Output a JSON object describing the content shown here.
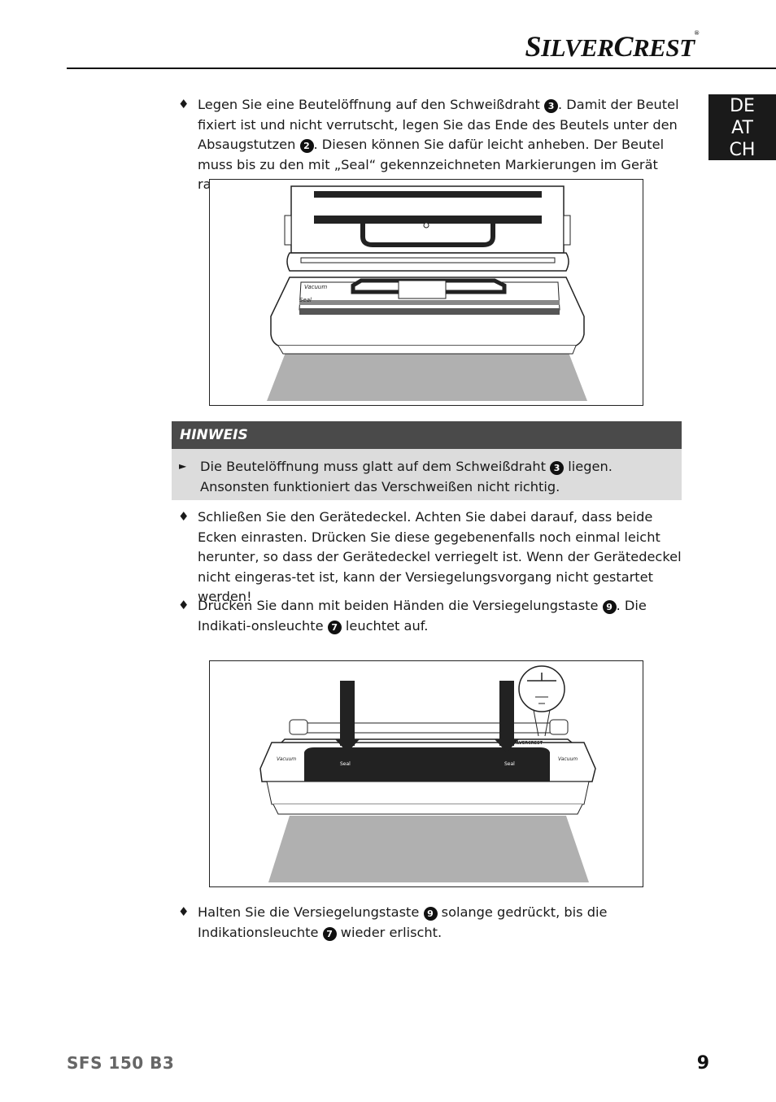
{
  "header": {
    "brand_first": "S",
    "brand_rest": "ILVER",
    "brand_second": "C",
    "brand_rest2": "REST",
    "registered": "®"
  },
  "language_tab": [
    "DE",
    "AT",
    "CH"
  ],
  "step1": {
    "bullet": "♦",
    "t1": "Legen Sie eine Beutelöffnung auf den Schweißdraht ",
    "n1": "3",
    "t2": ". Damit der Beutel fixiert ist und nicht verrutscht, legen Sie das Ende des Beutels unter den Absaugstutzen ",
    "n2": "2",
    "t3": ". Diesen können Sie dafür leicht anheben. Der Beutel muss bis zu den mit „Seal“ gekennzeichneten Markierungen im Gerät ragen."
  },
  "figure1": {
    "label_vacuum": "Vacuum",
    "label_seal": "Seal"
  },
  "note": {
    "title": "HINWEIS",
    "arrow": "►",
    "t1": "Die Beutelöffnung muss glatt auf dem Schweißdraht ",
    "n1": "3",
    "t2": " liegen. Ansonsten funktioniert das Verschweißen nicht richtig."
  },
  "step2": {
    "bullet": "♦",
    "text": "Schließen Sie den Gerätedeckel. Achten Sie dabei darauf, dass beide Ecken einrasten. Drücken Sie diese gegebenenfalls noch einmal leicht herunter, so dass der Gerätedeckel verriegelt ist. Wenn der Gerätedeckel nicht eingeras-tet ist, kann der Versiegelungsvorgang nicht gestartet werden!"
  },
  "step3": {
    "bullet": "♦",
    "t1": "Drücken Sie dann mit beiden Händen die Versiegelungstaste ",
    "n1": "9",
    "t2": ". Die Indikati-onsleuchte ",
    "n2": "7",
    "t3": " leuchtet auf."
  },
  "figure2": {
    "label_vacuum_left": "Vacuum",
    "label_vacuum_right": "Vacuum",
    "label_seal_left": "Seal",
    "label_seal_right": "Seal",
    "label_brand": "SILVERCREST"
  },
  "step4": {
    "bullet": "♦",
    "t1": "Halten Sie die Versiegelungstaste ",
    "n1": "9",
    "t2": " solange gedrückt, bis die Indikationsleuchte ",
    "n2": "7",
    "t3": " wieder erlischt."
  },
  "footer": {
    "model": "SFS 150 B3",
    "page": "9"
  }
}
